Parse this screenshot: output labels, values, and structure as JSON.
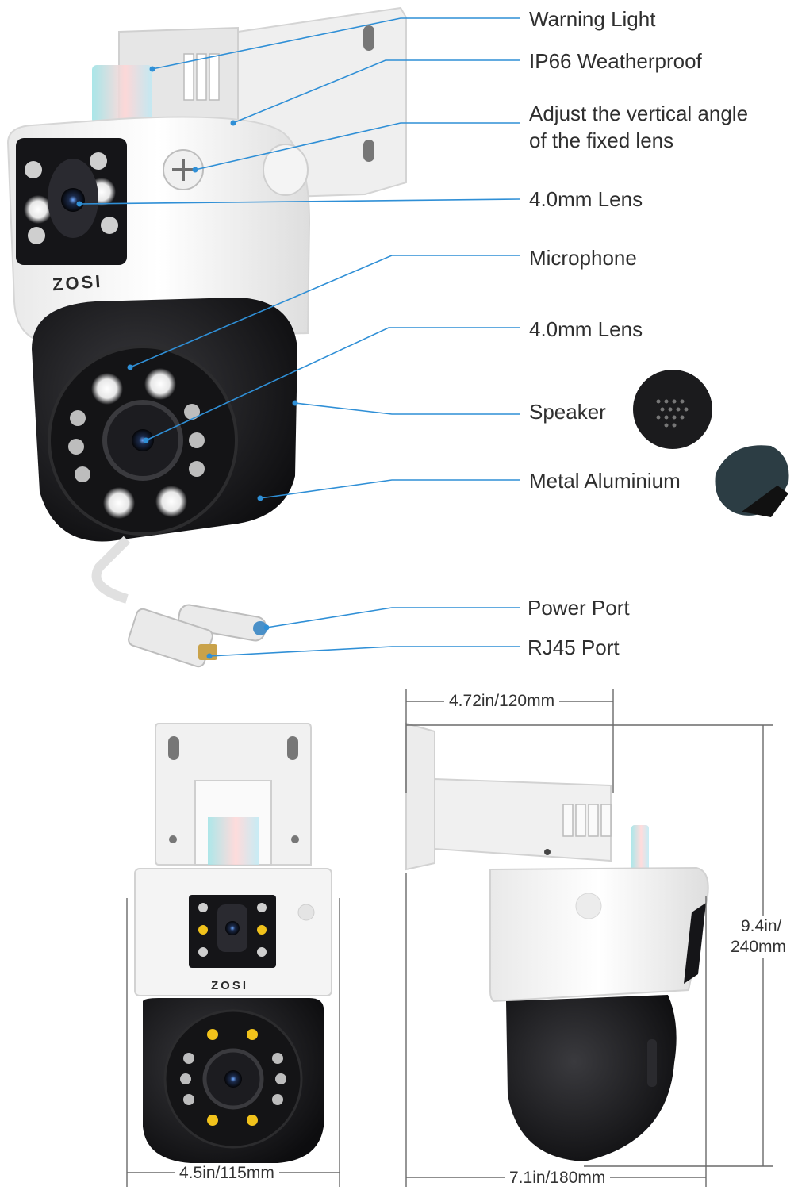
{
  "callouts": [
    {
      "id": "warning-light",
      "text": "Warning Light"
    },
    {
      "id": "ip66",
      "text": "IP66 Weatherproof"
    },
    {
      "id": "adjust-line1",
      "text": "Adjust the vertical angle"
    },
    {
      "id": "adjust-line2",
      "text": "of the fixed lens"
    },
    {
      "id": "lens-fixed",
      "text": "4.0mm Lens"
    },
    {
      "id": "microphone",
      "text": "Microphone"
    },
    {
      "id": "lens-ptz",
      "text": "4.0mm Lens"
    },
    {
      "id": "speaker",
      "text": "Speaker"
    },
    {
      "id": "metal",
      "text": "Metal Aluminium"
    },
    {
      "id": "power-port",
      "text": "Power Port"
    },
    {
      "id": "rj45",
      "text": "RJ45 Port"
    }
  ],
  "dimensions": {
    "bracket_depth": "4.72in/120mm",
    "height_line1": "9.4in/",
    "height_line2": "240mm",
    "front_width": "4.5in/115mm",
    "side_depth": "7.1in/180mm"
  },
  "brand": "ZOSI",
  "colors": {
    "leader": "#2f8fd6",
    "dimension": "#6a6a6a",
    "body_white": "#f2f2f2",
    "head_black": "#1d1d1f",
    "ir_led": "#d9d9d9",
    "warm_led": "#f1c21b"
  }
}
